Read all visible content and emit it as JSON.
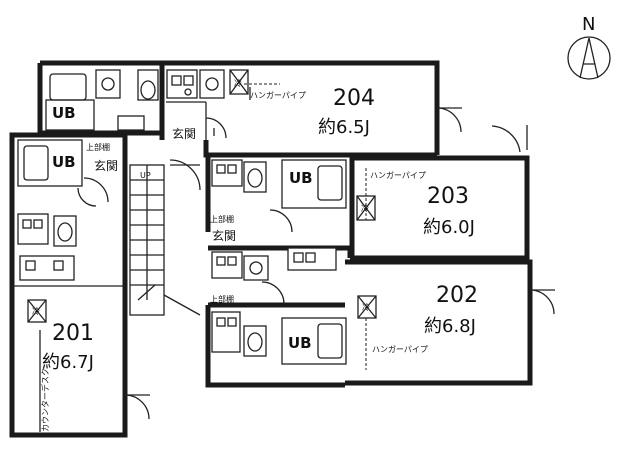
{
  "compass": {
    "north": "N"
  },
  "units": [
    {
      "number": "204",
      "area": "約6.5J"
    },
    {
      "number": "203",
      "area": "約6.0J"
    },
    {
      "number": "202",
      "area": "約6.8J"
    },
    {
      "number": "201",
      "area": "約6.7J"
    }
  ],
  "labels": {
    "ub": "UB",
    "genkan": "玄関",
    "upper_storage": "上部棚",
    "hanger_pipe": "ハンガーパイプ",
    "fridge": "冷",
    "stair_up": "UP",
    "counter_desk": "カウンターデスク"
  }
}
